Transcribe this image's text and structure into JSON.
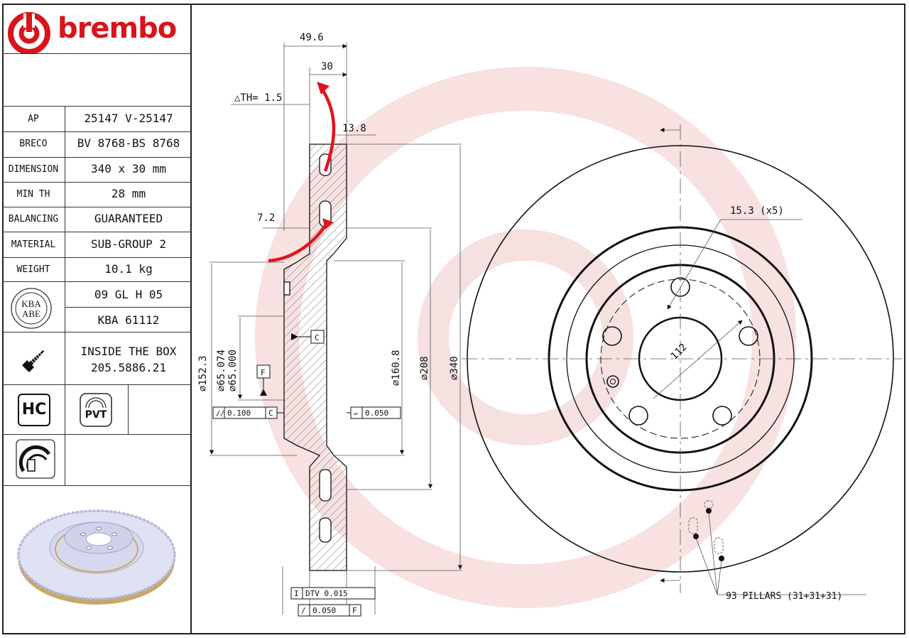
{
  "brand": {
    "name": "brembo",
    "color": "#d8141b"
  },
  "specs": [
    {
      "label": "AP",
      "value": "25147 V-25147"
    },
    {
      "label": "BRECO",
      "value": "BV 8768-BS 8768"
    },
    {
      "label": "DIMENSION",
      "value": "340 x 30 mm"
    },
    {
      "label": "MIN TH",
      "value": "28 mm"
    },
    {
      "label": "BALANCING",
      "value": "GUARANTEED"
    },
    {
      "label": "MATERIAL",
      "value": "SUB-GROUP 2"
    },
    {
      "label": "WEIGHT",
      "value": "10.1 kg"
    }
  ],
  "kba": {
    "badge_top": "KBA",
    "badge_bottom": "ABE",
    "line1": "09 GL H 05",
    "line2": "KBA 61112"
  },
  "inside_box": {
    "line1": "INSIDE THE BOX",
    "line2": "205.5886.21",
    "icon": "screw-icon"
  },
  "badges": {
    "hc": "HC",
    "pvt": "PVT"
  },
  "dimensions": {
    "width_total": "49.6",
    "thickness": "30",
    "delta_th": "△TH= 1.5",
    "hat_offset": "13.8",
    "flange_offset": "7.2",
    "dia_152": "⌀152.3",
    "dia_65": "⌀65.074",
    "dia_65b": "⌀65.000",
    "dia_160": "⌀160.8",
    "dia_208": "⌀208",
    "dia_340": "⌀340",
    "bolt_holes": "15.3 (x5)",
    "pcd": "112",
    "pillars": "93 PILLARS (31+31+31)",
    "datum_c": "C",
    "datum_f": "F",
    "parallel_tol": "0.100",
    "parallel_ref": "C",
    "flat_tol": "0.050",
    "dtv_label": "DTV 0.015",
    "runout_tol": "0.050",
    "runout_ref": "F"
  },
  "colors": {
    "arrow": "#e0151b",
    "watermark": "#f6dede"
  }
}
